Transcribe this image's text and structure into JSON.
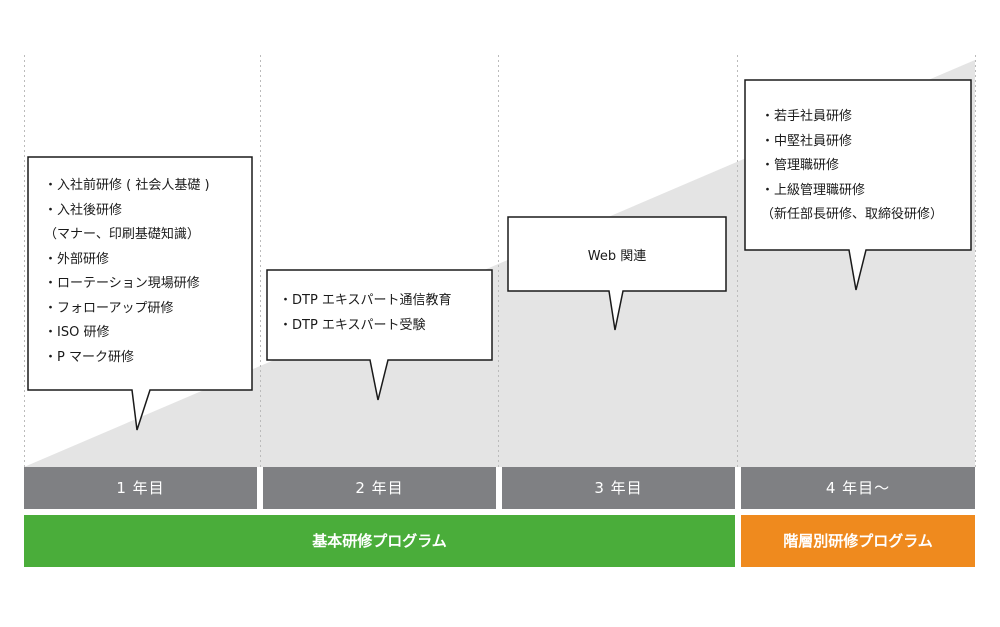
{
  "years": [
    {
      "label": "1 年目"
    },
    {
      "label": "2 年目"
    },
    {
      "label": "3 年目"
    },
    {
      "label": "4 年目〜"
    }
  ],
  "programs": [
    {
      "label": "基本研修プログラム",
      "color": "#4aad3a"
    },
    {
      "label": "階層別研修プログラム",
      "color": "#ef8a1e"
    }
  ],
  "callouts": [
    {
      "lines": [
        "・入社前研修 ( 社会人基礎 )",
        "・入社後研修",
        "（マナー、印刷基礎知識）",
        "・外部研修",
        "・ローテーション現場研修",
        "・フォローアップ研修",
        "・ISO 研修",
        "・P マーク研修"
      ]
    },
    {
      "lines": [
        "・DTP エキスパート通信教育",
        "・DTP エキスパート受験"
      ]
    },
    {
      "lines": [
        "Web 関連"
      ]
    },
    {
      "lines": [
        "・若手社員研修",
        "・中堅社員研修",
        "・管理職研修",
        "・上級管理職研修",
        "（新任部長研修、取締役研修）"
      ]
    }
  ],
  "colors": {
    "year_bar": "#7f8083",
    "growth_wedge": "#e4e4e4",
    "callout_border": "#1a1a1a",
    "divider": "#bbbbbb"
  }
}
